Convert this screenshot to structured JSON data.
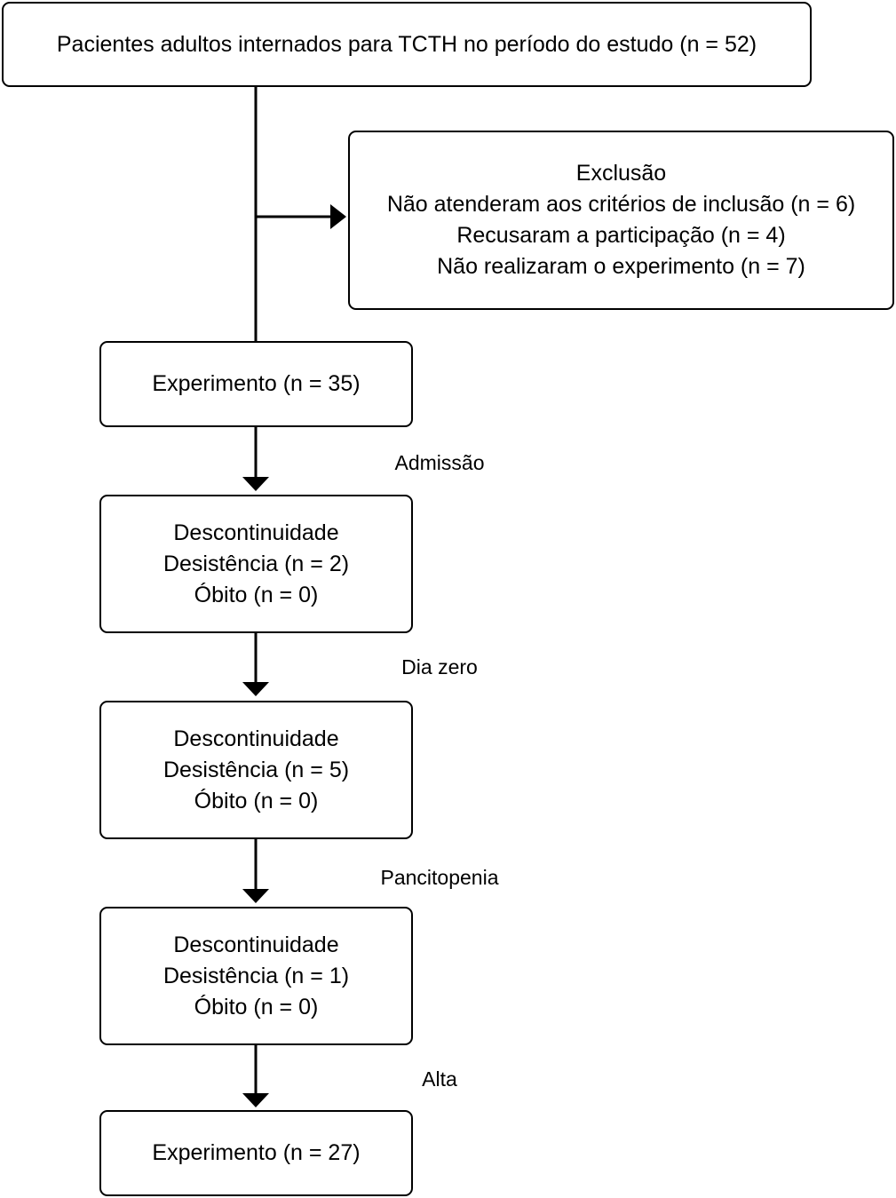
{
  "top": {
    "text": "Pacientes adultos internados para TCTH no período do estudo (n = 52)"
  },
  "exclusion": {
    "title": "Exclusão",
    "lines": [
      "Não atenderam aos critérios de inclusão (n = 6)",
      "Recusaram a participação (n = 4)",
      "Não realizaram o experimento (n = 7)"
    ]
  },
  "start": {
    "text": "Experimento (n = 35)"
  },
  "stages": [
    {
      "label": "Admissão",
      "title": "Descontinuidade",
      "withdrawal": "Desistência (n = 2)",
      "death": "Óbito (n = 0)"
    },
    {
      "label": "Dia zero",
      "title": "Descontinuidade",
      "withdrawal": "Desistência (n = 5)",
      "death": "Óbito (n = 0)"
    },
    {
      "label": "Pancitopenia",
      "title": "Descontinuidade",
      "withdrawal": "Desistência (n = 1)",
      "death": "Óbito (n = 0)"
    }
  ],
  "final": {
    "label": "Alta",
    "text": "Experimento (n = 27)"
  }
}
